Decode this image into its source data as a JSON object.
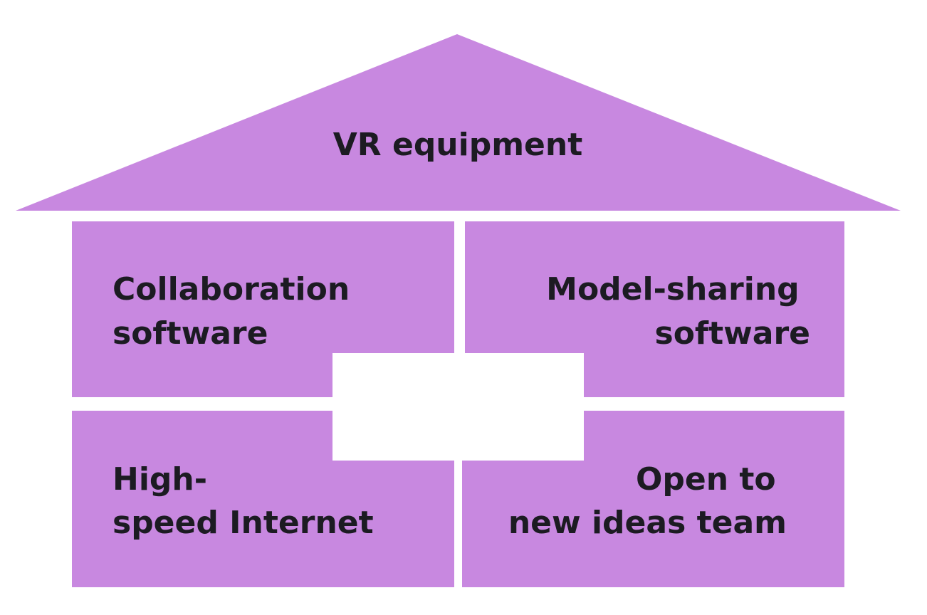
{
  "colors": {
    "fill": "#c888e0",
    "background": "#ffffff",
    "text": "#1c1b22"
  },
  "roof": {
    "label": "VR equipment"
  },
  "blocks": {
    "top_left": {
      "lines": [
        "Collaboration",
        "software"
      ]
    },
    "top_right": {
      "lines": [
        "Model-sharing",
        "software"
      ]
    },
    "bottom_left": {
      "lines": [
        "High-",
        "speed Internet"
      ]
    },
    "bottom_right": {
      "lines": [
        "Open to",
        "new ideas team"
      ]
    }
  }
}
